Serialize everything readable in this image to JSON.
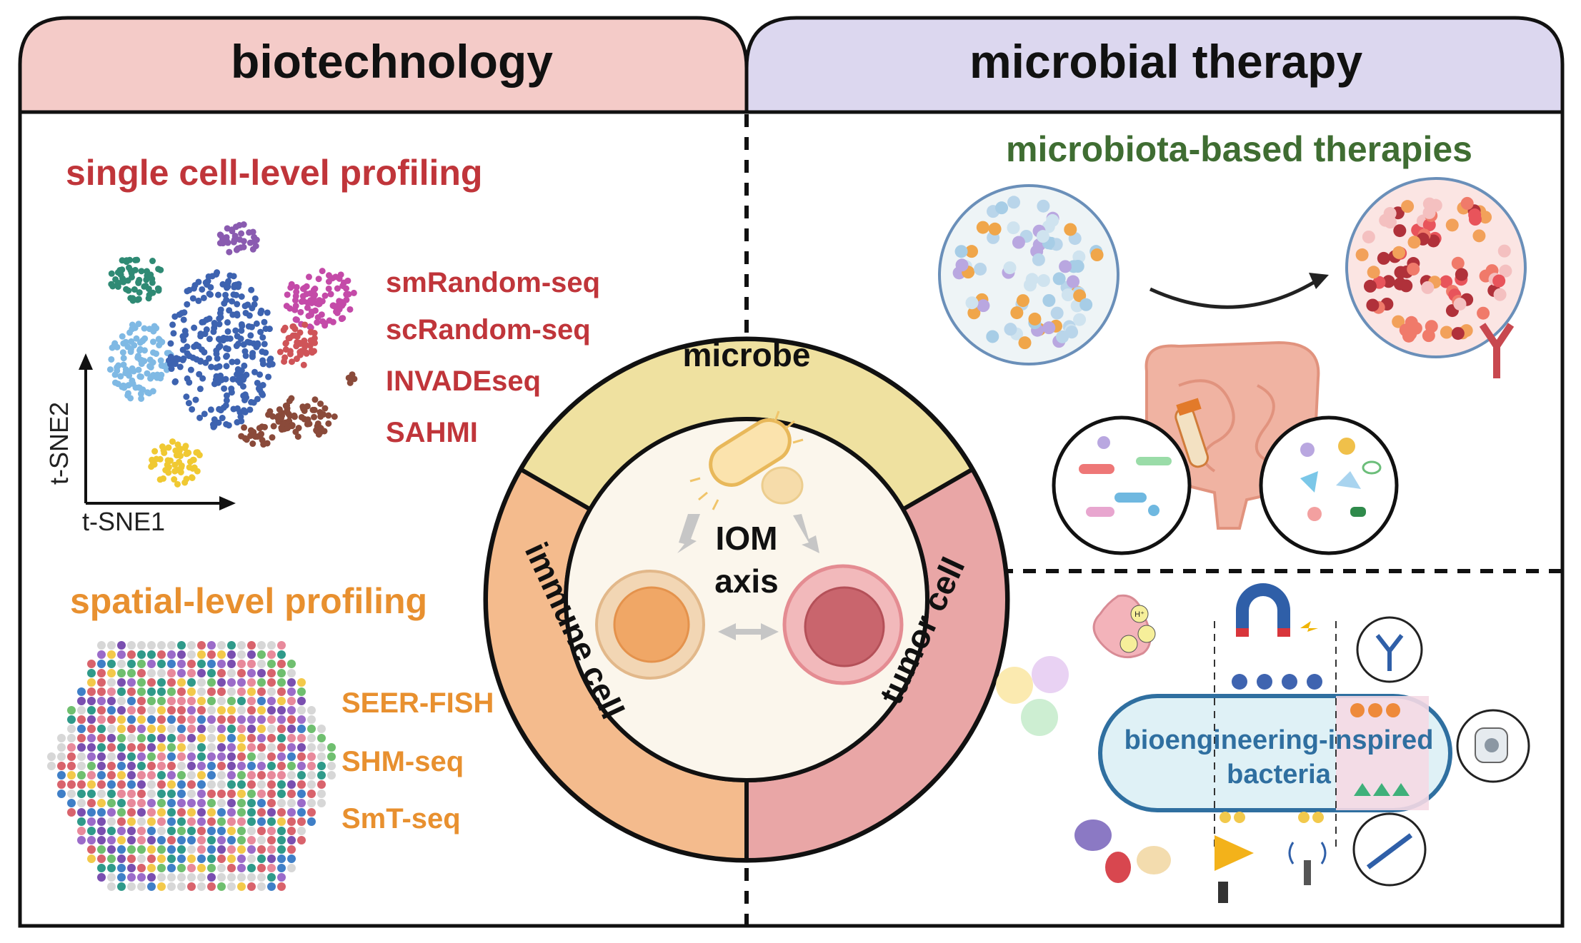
{
  "headers": {
    "left": "biotechnology",
    "right": "microbial therapy"
  },
  "single_cell": {
    "title": "single cell-level profiling",
    "methods": [
      "smRandom-seq",
      "scRandom-seq",
      "INVADEseq",
      "SAHMI"
    ],
    "x_axis": "t-SNE1",
    "y_axis": "t-SNE2"
  },
  "spatial": {
    "title": "spatial-level profiling",
    "methods": [
      "SEER-FISH",
      "SHM-seq",
      "SmT-seq"
    ]
  },
  "center": {
    "ring_top": "microbe",
    "ring_left": "immune cell",
    "ring_right": "tumor cell",
    "core_line1": "IOM",
    "core_line2": "axis"
  },
  "microbiota": {
    "title": "microbiota-based therapies"
  },
  "bioengineering": {
    "title_line1": "bioengineering-inspired",
    "title_line2": "bacteria",
    "ion_label": "H⁺"
  },
  "colors": {
    "left_header_bg": "#f4cbc8",
    "right_header_bg": "#dcd7ef",
    "ring_microbe": "#efe1a0",
    "ring_immune": "#f4bb8d",
    "ring_tumor": "#e9a6a6",
    "core_bg": "#fbf6ec"
  },
  "icons": [
    "bacterium-icon",
    "immune-cell-icon",
    "tumor-cell-icon",
    "intestine-icon",
    "magnet-icon",
    "stomach-icon",
    "antibody-icon",
    "mri-scanner-icon",
    "syringe-icon",
    "light-icon",
    "ultrasound-icon",
    "sample-tube-icon"
  ]
}
